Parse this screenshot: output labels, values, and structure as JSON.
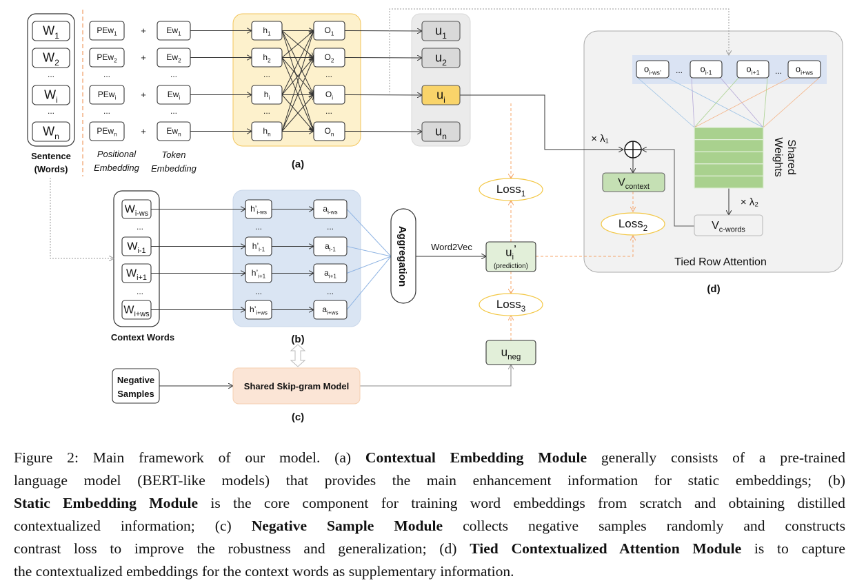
{
  "figure": {
    "labels": {
      "a": "(a)",
      "b": "(b)",
      "c": "(c)",
      "d": "(d)"
    },
    "sentence_label": [
      "Sentence",
      "(Words)"
    ],
    "positional_label": [
      "Positional",
      "Embedding"
    ],
    "token_label": [
      "Token",
      "Embedding"
    ],
    "context_words_label": "Context Words",
    "aggregation": "Aggregation",
    "word2vec": "Word2Vec",
    "plus": "+",
    "ellipsis": "...",
    "shared_weights": [
      "Shared",
      "Weights"
    ],
    "lambda1": "× λ₁",
    "lambda2": "× λ₂",
    "tied_row_attention": "Tied Row Attention",
    "nodes": {
      "w1": {
        "t": "W",
        "s": "1"
      },
      "w2": {
        "t": "W",
        "s": "2"
      },
      "wi": {
        "t": "W",
        "s": "i"
      },
      "wn": {
        "t": "W",
        "s": "n"
      },
      "pe1": {
        "t": "PEw",
        "s": "1"
      },
      "pe2": {
        "t": "PEw",
        "s": "2"
      },
      "pei": {
        "t": "PEw",
        "s": "i"
      },
      "pen": {
        "t": "PEw",
        "s": "n"
      },
      "ew1": {
        "t": "Ew",
        "s": "1"
      },
      "ew2": {
        "t": "Ew",
        "s": "2"
      },
      "ewi": {
        "t": "Ew",
        "s": "i"
      },
      "ewn": {
        "t": "Ew",
        "s": "n"
      },
      "h1": {
        "t": "h",
        "s": "1"
      },
      "h2": {
        "t": "h",
        "s": "2"
      },
      "hi": {
        "t": "h",
        "s": "i"
      },
      "hn": {
        "t": "h",
        "s": "n"
      },
      "o1": {
        "t": "O",
        "s": "1"
      },
      "o2": {
        "t": "O",
        "s": "2"
      },
      "oi": {
        "t": "O",
        "s": "i"
      },
      "on": {
        "t": "O",
        "s": "n"
      },
      "u1": {
        "t": "u",
        "s": "1"
      },
      "u2": {
        "t": "u",
        "s": "2"
      },
      "ui": {
        "t": "u",
        "s": "i"
      },
      "un": {
        "t": "u",
        "s": "n"
      },
      "cw_iws": {
        "t": "W",
        "s": "i-ws"
      },
      "cw_i1": {
        "t": "W",
        "s": "i-1"
      },
      "cw_ip1": {
        "t": "W",
        "s": "i+1"
      },
      "cw_ipws": {
        "t": "W",
        "s": "i+ws"
      },
      "hp_iws": {
        "t": "h’",
        "s": "i-ws"
      },
      "hp_i1": {
        "t": "h’",
        "s": "i-1"
      },
      "hp_ip1": {
        "t": "h’",
        "s": "i+1"
      },
      "hp_ipws": {
        "t": "h’",
        "s": "i+ws"
      },
      "a_iws": {
        "t": "a",
        "s": "i-ws"
      },
      "a_i1": {
        "t": "a",
        "s": "i-1"
      },
      "a_ip1": {
        "t": "a",
        "s": "i+1"
      },
      "a_ipws": {
        "t": "a",
        "s": "i+ws"
      },
      "uip": {
        "t": "u",
        "s": "i",
        "p": "’",
        "note": "(prediction)"
      },
      "uneg": {
        "t": "u",
        "s": "neg"
      },
      "neg": {
        "lines": [
          "Negative",
          "Samples"
        ]
      },
      "skip": {
        "t": "Shared Skip-gram Model"
      },
      "do_iws": {
        "t": "o",
        "s": "i-ws’"
      },
      "do_i1": {
        "t": "o",
        "s": "i-1"
      },
      "do_ip1": {
        "t": "o",
        "s": "i+1"
      },
      "do_ipws": {
        "t": "o",
        "s": "i+ws"
      },
      "vctx": {
        "t": "V",
        "s": "context"
      },
      "vcw": {
        "t": "V",
        "s": "c-words"
      },
      "loss1": {
        "t": "Loss",
        "s": "1"
      },
      "loss2": {
        "t": "Loss",
        "s": "2"
      },
      "loss3": {
        "t": "Loss",
        "s": "3"
      }
    },
    "colors": {
      "contextual_module_fill": "#fdf1cc",
      "contextual_module_stroke": "#f2c55c",
      "output_panel_fill": "#ebebeb",
      "u_fill": "#d9d9d9",
      "u_i_fill": "#f9d46a",
      "static_module_fill": "#dae5f3",
      "skipgram_fill": "#fbe5d6",
      "prediction_fill": "#e2efd9",
      "context_vector_fill": "#c5e0b4",
      "shared_weights_fill": "#a9d18e",
      "loss_stroke": "#f3c744",
      "loss_link": "#f4a46a",
      "attention_panel_fill": "#f2f2f2",
      "window_strip_fill": "#dae3f3"
    }
  },
  "caption": [
    [
      {
        "text": "Figure 2: Main framework of our model. (a) "
      },
      {
        "text": "Contextual Embedding Module",
        "bold": true
      },
      {
        "text": " generally consists of a pre-trained"
      }
    ],
    [
      {
        "text": "language model (BERT-like models) that provides the main enhancement information for static embeddings; (b)"
      }
    ],
    [
      {
        "text": "Static Embedding Module",
        "bold": true
      },
      {
        "text": " is the core component for training word embeddings from scratch and obtaining distilled"
      }
    ],
    [
      {
        "text": "contextualized information; (c) "
      },
      {
        "text": "Negative Sample Module",
        "bold": true
      },
      {
        "text": " collects negative samples randomly and constructs"
      }
    ],
    [
      {
        "text": "contrast loss to improve the robustness and generalization; (d) "
      },
      {
        "text": "Tied Contextualized Attention Module",
        "bold": true
      },
      {
        "text": " is to capture"
      }
    ],
    [
      {
        "text": "the contextualized embeddings for the context words as supplementary information."
      }
    ]
  ]
}
